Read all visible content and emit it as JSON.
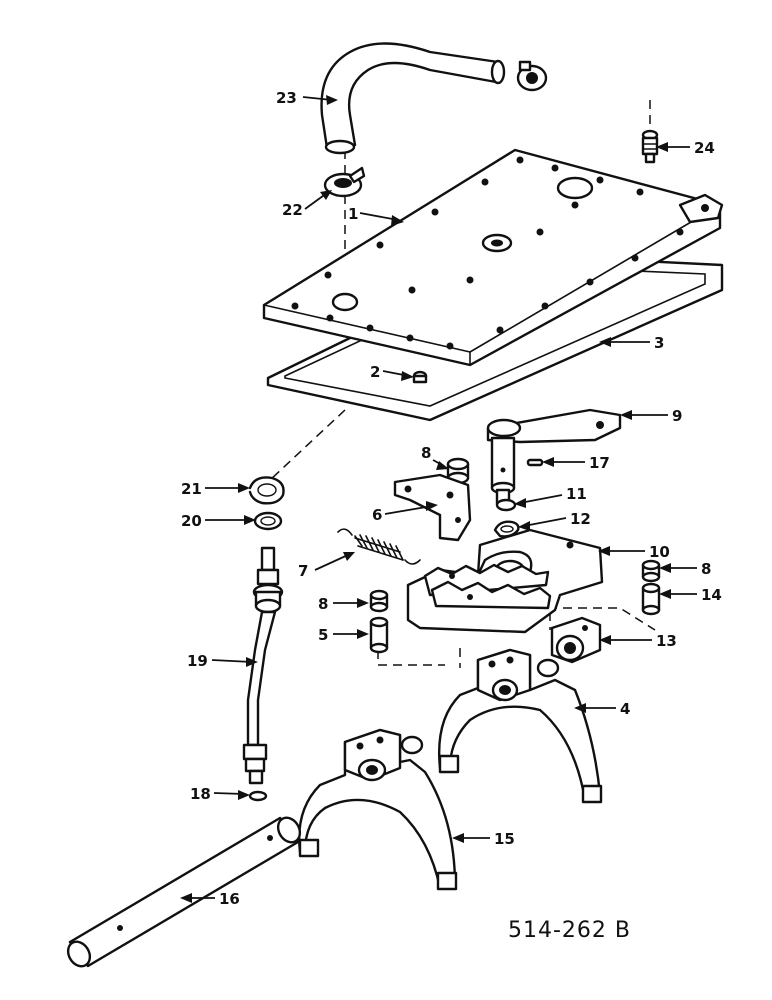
{
  "diagram": {
    "reference_code": "514-262 B",
    "callouts": [
      {
        "number": "1",
        "part": "cover"
      },
      {
        "number": "2",
        "part": "dowel"
      },
      {
        "number": "3",
        "part": "gasket"
      },
      {
        "number": "4",
        "part": "fork"
      },
      {
        "number": "5",
        "part": "pin"
      },
      {
        "number": "6",
        "part": "lever"
      },
      {
        "number": "7",
        "part": "spring"
      },
      {
        "number": "8",
        "part": "bushing"
      },
      {
        "number": "9",
        "part": "shift-lever-shaft"
      },
      {
        "number": "10",
        "part": "selector-plate"
      },
      {
        "number": "11",
        "part": "o-ring"
      },
      {
        "number": "12",
        "part": "snap-ring"
      },
      {
        "number": "13",
        "part": "block"
      },
      {
        "number": "14",
        "part": "pin"
      },
      {
        "number": "15",
        "part": "fork"
      },
      {
        "number": "16",
        "part": "rail"
      },
      {
        "number": "17",
        "part": "pin"
      },
      {
        "number": "18",
        "part": "o-ring"
      },
      {
        "number": "19",
        "part": "tube"
      },
      {
        "number": "20",
        "part": "o-ring"
      },
      {
        "number": "21",
        "part": "snap-ring"
      },
      {
        "number": "22",
        "part": "clamp"
      },
      {
        "number": "23",
        "part": "hose"
      },
      {
        "number": "24",
        "part": "breather"
      }
    ]
  }
}
